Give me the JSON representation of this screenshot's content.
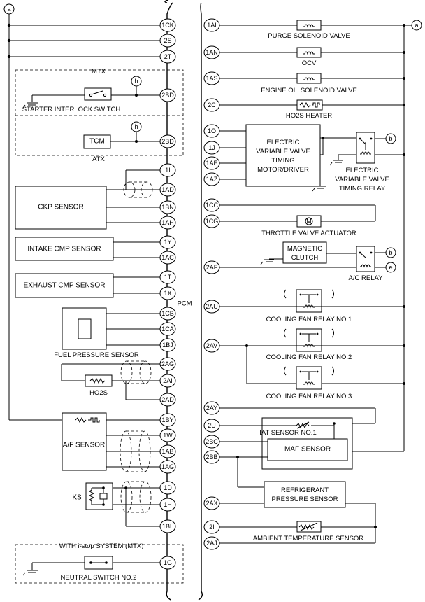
{
  "pcm": "PCM",
  "connector_ref_a": "a",
  "connector_ref_b": "b",
  "connector_ref_e": "e",
  "connector_ref_h": "h",
  "pins_left": [
    "1CK",
    "2S",
    "2T",
    "2BD",
    "2BD",
    "1I",
    "1AD",
    "1BN",
    "1AH",
    "1Y",
    "1AC",
    "1T",
    "1X",
    "1CB",
    "1CA",
    "1BJ",
    "2AG",
    "2AI",
    "2AD",
    "1BY",
    "1W",
    "1AB",
    "1AG",
    "1D",
    "1H",
    "1BL",
    "1G"
  ],
  "pins_right": [
    "1AI",
    "1AN",
    "1AS",
    "2C",
    "1O",
    "1J",
    "1AE",
    "1AZ",
    "1CC",
    "1CG",
    "2AF",
    "2AU",
    "2AV",
    "2AY",
    "2U",
    "2BC",
    "2BB",
    "2AX",
    "2I",
    "2AJ"
  ],
  "left": {
    "mtx": "MTX",
    "atx": "ATX",
    "starter_interlock_switch": "STARTER INTERLOCK SWITCH",
    "tcm": "TCM",
    "ckp_sensor": "CKP SENSOR",
    "intake_cmp_sensor": "INTAKE CMP SENSOR",
    "exhaust_cmp_sensor": "EXHAUST CMP SENSOR",
    "fuel_pressure_sensor": "FUEL PRESSURE SENSOR",
    "ho2s": "HO2S",
    "af_sensor": "A/F SENSOR",
    "ks": "KS",
    "istop_title": "WITH i-stop SYSTEM (MTX)",
    "neutral_switch": "NEUTRAL SWITCH NO.2"
  },
  "right": {
    "purge_solenoid_valve": "PURGE SOLENOID VALVE",
    "ocv": "OCV",
    "engine_oil_solenoid_valve": "ENGINE OIL SOLENOID VALVE",
    "ho2s_heater": "HO2S HEATER",
    "evvt_motor_line1": "ELECTRIC",
    "evvt_motor_line2": "VARIABLE VALVE",
    "evvt_motor_line3": "TIMING",
    "evvt_motor_line4": "MOTOR/DRIVER",
    "evvt_relay_line1": "ELECTRIC",
    "evvt_relay_line2": "VARIABLE VALVE",
    "evvt_relay_line3": "TIMING RELAY",
    "throttle_valve_actuator": "THROTTLE VALVE ACTUATOR",
    "magnetic_clutch_line1": "MAGNETIC",
    "magnetic_clutch_line2": "CLUTCH",
    "ac_relay": "A/C RELAY",
    "cooling_fan_relay_1": "COOLING FAN RELAY NO.1",
    "cooling_fan_relay_2": "COOLING FAN RELAY NO.2",
    "cooling_fan_relay_3": "COOLING FAN RELAY NO.3",
    "iat_sensor": "IAT SENSOR NO.1",
    "maf_sensor": "MAF SENSOR",
    "refrigerant_line1": "REFRIGERANT",
    "refrigerant_line2": "PRESSURE SENSOR",
    "ambient_temp_sensor": "AMBIENT TEMPERATURE SENSOR"
  }
}
